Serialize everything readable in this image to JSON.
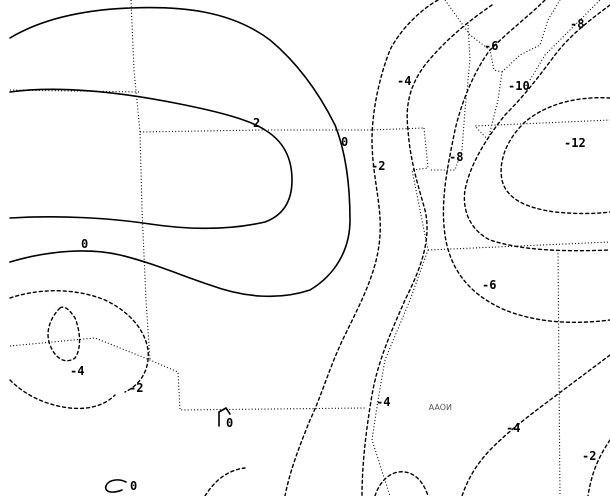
{
  "map": {
    "contour_labels": {
      "l_neg8_top": "-8",
      "l_neg6_top": "-6",
      "l_neg4_top": "-4",
      "l_neg10": "-10",
      "l_2": "2",
      "l_0_mid": "0",
      "l_neg2_mid": "-2",
      "l_neg8_mid": "-8",
      "l_neg12": "-12",
      "l_0_left": "0",
      "l_neg6_right": "-6",
      "l_neg4_left": "-4",
      "l_neg2_left": "-2",
      "l_neg4_center": "-4",
      "l_neg4_right": "-4",
      "l_neg2_right": "-2",
      "l_0_bottom": "0",
      "l_0_corner": "0"
    },
    "watermark": "NOAA"
  }
}
